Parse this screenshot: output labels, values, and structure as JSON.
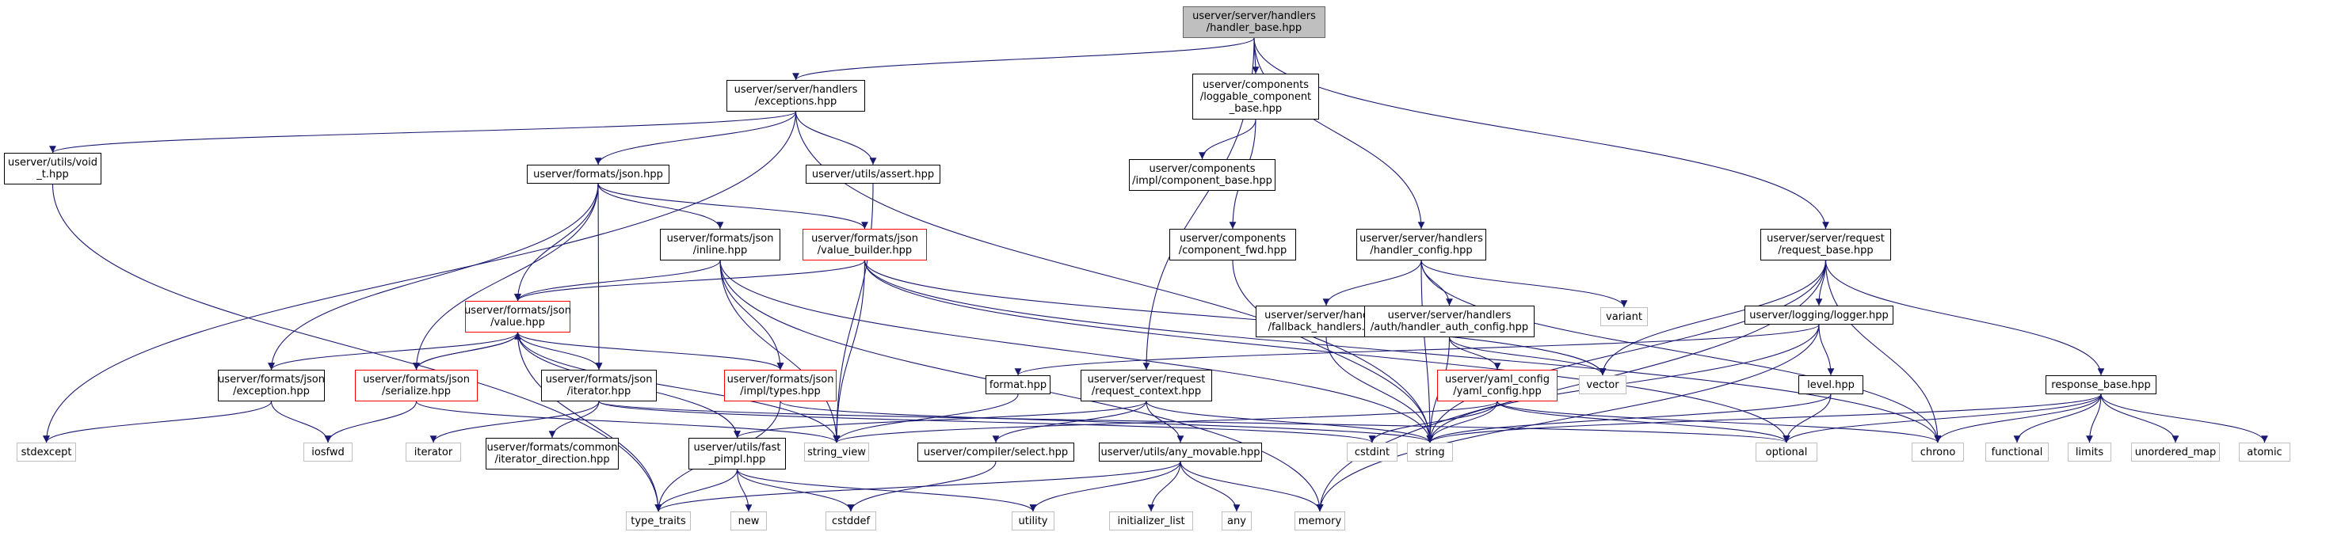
{
  "colors": {
    "edge": "#191970",
    "node_border": "#000000",
    "red_border": "#ff0000",
    "ext_border": "#bfbfbf",
    "root_fill": "#bfbfbf"
  },
  "nodes": [
    {
      "id": "root",
      "label": "userver/server/handlers\n/handler_base.hpp",
      "kind": "root"
    },
    {
      "id": "exceptions",
      "label": "userver/server/handlers\n/exceptions.hpp",
      "kind": "normal"
    },
    {
      "id": "loggable",
      "label": "userver/components\n/loggable_component\n_base.hpp",
      "kind": "normal"
    },
    {
      "id": "void_t",
      "label": "userver/utils/void\n_t.hpp",
      "kind": "normal"
    },
    {
      "id": "json",
      "label": "userver/formats/json.hpp",
      "kind": "normal"
    },
    {
      "id": "assert",
      "label": "userver/utils/assert.hpp",
      "kind": "normal"
    },
    {
      "id": "component_base",
      "label": "userver/components\n/impl/component_base.hpp",
      "kind": "normal"
    },
    {
      "id": "inline",
      "label": "userver/formats/json\n/inline.hpp",
      "kind": "normal"
    },
    {
      "id": "value_builder",
      "label": "userver/formats/json\n/value_builder.hpp",
      "kind": "red"
    },
    {
      "id": "component_fwd",
      "label": "userver/components\n/component_fwd.hpp",
      "kind": "normal"
    },
    {
      "id": "handler_config",
      "label": "userver/server/handlers\n/handler_config.hpp",
      "kind": "normal"
    },
    {
      "id": "request_base",
      "label": "userver/server/request\n/request_base.hpp",
      "kind": "normal"
    },
    {
      "id": "value",
      "label": "userver/formats/json\n/value.hpp",
      "kind": "red"
    },
    {
      "id": "fallback",
      "label": "userver/server/handlers\n/fallback_handlers.hpp",
      "kind": "normal"
    },
    {
      "id": "auth_config",
      "label": "userver/server/handlers\n/auth/handler_auth_config.hpp",
      "kind": "normal"
    },
    {
      "id": "variant",
      "label": "variant",
      "kind": "ext"
    },
    {
      "id": "logger",
      "label": "userver/logging/logger.hpp",
      "kind": "normal"
    },
    {
      "id": "json_exception",
      "label": "userver/formats/json\n/exception.hpp",
      "kind": "normal"
    },
    {
      "id": "serialize",
      "label": "userver/formats/json\n/serialize.hpp",
      "kind": "red"
    },
    {
      "id": "iterator_hpp",
      "label": "userver/formats/json\n/iterator.hpp",
      "kind": "normal"
    },
    {
      "id": "types",
      "label": "userver/formats/json\n/impl/types.hpp",
      "kind": "red"
    },
    {
      "id": "format",
      "label": "format.hpp",
      "kind": "normal"
    },
    {
      "id": "request_context",
      "label": "userver/server/request\n/request_context.hpp",
      "kind": "normal"
    },
    {
      "id": "yaml_config",
      "label": "userver/yaml_config\n/yaml_config.hpp",
      "kind": "red"
    },
    {
      "id": "vector",
      "label": "vector",
      "kind": "ext"
    },
    {
      "id": "level",
      "label": "level.hpp",
      "kind": "normal"
    },
    {
      "id": "response_base",
      "label": "response_base.hpp",
      "kind": "normal"
    },
    {
      "id": "stdexcept",
      "label": "stdexcept",
      "kind": "ext"
    },
    {
      "id": "iosfwd",
      "label": "iosfwd",
      "kind": "ext"
    },
    {
      "id": "iterator",
      "label": "iterator",
      "kind": "ext"
    },
    {
      "id": "iterator_direction",
      "label": "userver/formats/common\n/iterator_direction.hpp",
      "kind": "normal"
    },
    {
      "id": "fast_pimpl",
      "label": "userver/utils/fast\n_pimpl.hpp",
      "kind": "normal"
    },
    {
      "id": "string_view",
      "label": "string_view",
      "kind": "ext"
    },
    {
      "id": "compiler_select",
      "label": "userver/compiler/select.hpp",
      "kind": "normal"
    },
    {
      "id": "any_movable",
      "label": "userver/utils/any_movable.hpp",
      "kind": "normal"
    },
    {
      "id": "cstdint",
      "label": "cstdint",
      "kind": "ext"
    },
    {
      "id": "string",
      "label": "string",
      "kind": "ext"
    },
    {
      "id": "optional",
      "label": "optional",
      "kind": "ext"
    },
    {
      "id": "chrono",
      "label": "chrono",
      "kind": "ext"
    },
    {
      "id": "functional",
      "label": "functional",
      "kind": "ext"
    },
    {
      "id": "limits",
      "label": "limits",
      "kind": "ext"
    },
    {
      "id": "unordered_map",
      "label": "unordered_map",
      "kind": "ext"
    },
    {
      "id": "atomic",
      "label": "atomic",
      "kind": "ext"
    },
    {
      "id": "type_traits",
      "label": "type_traits",
      "kind": "ext"
    },
    {
      "id": "new",
      "label": "new",
      "kind": "ext"
    },
    {
      "id": "cstddef",
      "label": "cstddef",
      "kind": "ext"
    },
    {
      "id": "utility",
      "label": "utility",
      "kind": "ext"
    },
    {
      "id": "initializer_list",
      "label": "initializer_list",
      "kind": "ext"
    },
    {
      "id": "any",
      "label": "any",
      "kind": "ext"
    },
    {
      "id": "memory",
      "label": "memory",
      "kind": "ext"
    }
  ],
  "edges": [
    [
      "root",
      "exceptions"
    ],
    [
      "root",
      "loggable"
    ],
    [
      "root",
      "handler_config"
    ],
    [
      "root",
      "request_base"
    ],
    [
      "root",
      "request_context"
    ],
    [
      "exceptions",
      "void_t"
    ],
    [
      "exceptions",
      "json"
    ],
    [
      "exceptions",
      "assert"
    ],
    [
      "exceptions",
      "stdexcept"
    ],
    [
      "exceptions",
      "string"
    ],
    [
      "void_t",
      "type_traits"
    ],
    [
      "loggable",
      "component_base"
    ],
    [
      "loggable",
      "component_fwd"
    ],
    [
      "json",
      "value"
    ],
    [
      "json",
      "inline"
    ],
    [
      "json",
      "value_builder"
    ],
    [
      "json",
      "json_exception"
    ],
    [
      "json",
      "serialize"
    ],
    [
      "json",
      "iterator_hpp"
    ],
    [
      "assert",
      "string_view"
    ],
    [
      "component_fwd",
      "string"
    ],
    [
      "inline",
      "value"
    ],
    [
      "inline",
      "types"
    ],
    [
      "inline",
      "string_view"
    ],
    [
      "inline",
      "string"
    ],
    [
      "inline",
      "memory"
    ],
    [
      "value_builder",
      "value"
    ],
    [
      "value_builder",
      "string_view"
    ],
    [
      "value_builder",
      "vector"
    ],
    [
      "value_builder",
      "chrono"
    ],
    [
      "value_builder",
      "optional"
    ],
    [
      "handler_config",
      "fallback"
    ],
    [
      "handler_config",
      "auth_config"
    ],
    [
      "handler_config",
      "variant"
    ],
    [
      "handler_config",
      "string"
    ],
    [
      "handler_config",
      "chrono"
    ],
    [
      "request_base",
      "logger"
    ],
    [
      "request_base",
      "response_base"
    ],
    [
      "request_base",
      "vector"
    ],
    [
      "request_base",
      "string"
    ],
    [
      "request_base",
      "chrono"
    ],
    [
      "request_base",
      "memory"
    ],
    [
      "value",
      "json_exception"
    ],
    [
      "value",
      "serialize"
    ],
    [
      "value",
      "iterator_hpp"
    ],
    [
      "value",
      "types"
    ],
    [
      "value",
      "type_traits"
    ],
    [
      "value",
      "fast_pimpl"
    ],
    [
      "value",
      "string_view"
    ],
    [
      "fallback",
      "string"
    ],
    [
      "auth_config",
      "yaml_config"
    ],
    [
      "auth_config",
      "vector"
    ],
    [
      "auth_config",
      "string"
    ],
    [
      "logger",
      "format"
    ],
    [
      "logger",
      "level"
    ],
    [
      "logger",
      "string"
    ],
    [
      "logger",
      "memory"
    ],
    [
      "json_exception",
      "stdexcept"
    ],
    [
      "json_exception",
      "iosfwd"
    ],
    [
      "serialize",
      "value"
    ],
    [
      "serialize",
      "iosfwd"
    ],
    [
      "serialize",
      "string_view"
    ],
    [
      "iterator_hpp",
      "iterator"
    ],
    [
      "iterator_hpp",
      "iterator_direction"
    ],
    [
      "iterator_hpp",
      "cstdint"
    ],
    [
      "iterator_hpp",
      "optional"
    ],
    [
      "types",
      "type_traits"
    ],
    [
      "types",
      "string"
    ],
    [
      "format",
      "string_view"
    ],
    [
      "request_context",
      "fast_pimpl"
    ],
    [
      "request_context",
      "compiler_select"
    ],
    [
      "request_context",
      "any_movable"
    ],
    [
      "request_context",
      "string"
    ],
    [
      "yaml_config",
      "string_view"
    ],
    [
      "yaml_config",
      "cstdint"
    ],
    [
      "yaml_config",
      "string"
    ],
    [
      "yaml_config",
      "optional"
    ],
    [
      "yaml_config",
      "chrono"
    ],
    [
      "level",
      "string"
    ],
    [
      "level",
      "optional"
    ],
    [
      "response_base",
      "string"
    ],
    [
      "response_base",
      "optional"
    ],
    [
      "response_base",
      "chrono"
    ],
    [
      "response_base",
      "functional"
    ],
    [
      "response_base",
      "limits"
    ],
    [
      "response_base",
      "unordered_map"
    ],
    [
      "response_base",
      "atomic"
    ],
    [
      "fast_pimpl",
      "type_traits"
    ],
    [
      "fast_pimpl",
      "new"
    ],
    [
      "fast_pimpl",
      "cstddef"
    ],
    [
      "fast_pimpl",
      "utility"
    ],
    [
      "compiler_select",
      "cstddef"
    ],
    [
      "any_movable",
      "type_traits"
    ],
    [
      "any_movable",
      "utility"
    ],
    [
      "any_movable",
      "initializer_list"
    ],
    [
      "any_movable",
      "any"
    ],
    [
      "any_movable",
      "memory"
    ]
  ]
}
